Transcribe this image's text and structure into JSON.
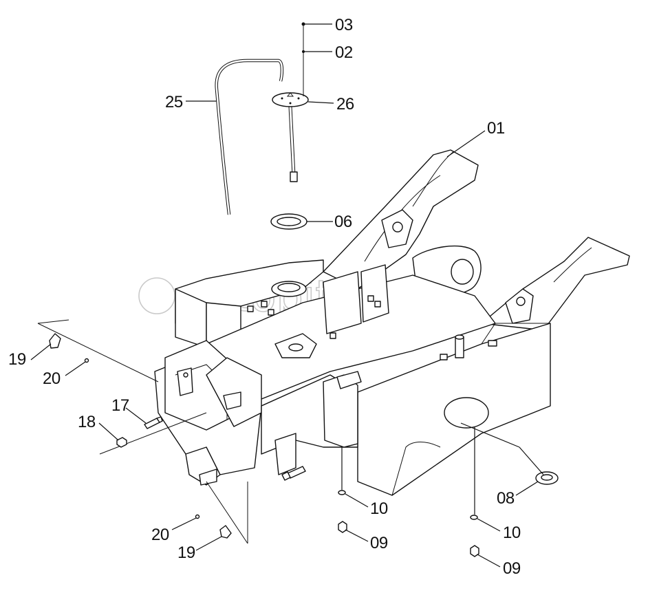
{
  "watermark": "autopiter.ru",
  "callouts": [
    {
      "id": "c01",
      "label": "01"
    },
    {
      "id": "c02",
      "label": "02"
    },
    {
      "id": "c03",
      "label": "03"
    },
    {
      "id": "c06",
      "label": "06"
    },
    {
      "id": "c08",
      "label": "08"
    },
    {
      "id": "c09a",
      "label": "09"
    },
    {
      "id": "c09b",
      "label": "09"
    },
    {
      "id": "c10a",
      "label": "10"
    },
    {
      "id": "c10b",
      "label": "10"
    },
    {
      "id": "c17",
      "label": "17"
    },
    {
      "id": "c18",
      "label": "18"
    },
    {
      "id": "c19a",
      "label": "19"
    },
    {
      "id": "c19b",
      "label": "19"
    },
    {
      "id": "c20a",
      "label": "20"
    },
    {
      "id": "c20b",
      "label": "20"
    },
    {
      "id": "c25",
      "label": "25"
    },
    {
      "id": "c26",
      "label": "26"
    }
  ]
}
